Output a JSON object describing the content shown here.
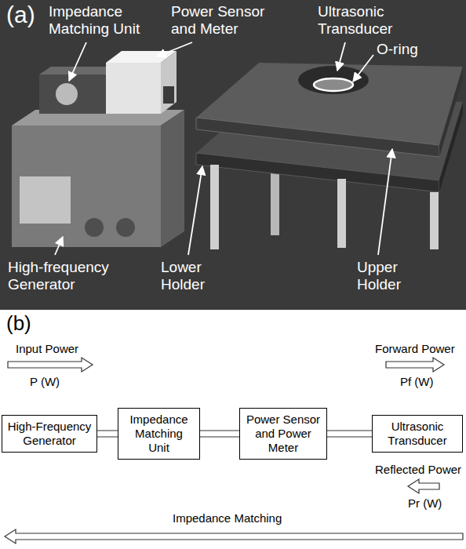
{
  "diagram": {
    "nodes": [
      {
        "text": [
          "High-Frequency Generator"
        ]
      },
      {
        "text": [
          "Impedance Matching Unit"
        ]
      },
      {
        "text": [
          "Power Sensor and Power Meter"
        ]
      },
      {
        "text": [
          "Ultrasonic Transducer"
        ]
      }
    ],
    "edges": [
      {
        "from": 0,
        "to": 1,
        "arrow": "none"
      },
      {
        "from": 1,
        "to": 2,
        "arrow": "none"
      },
      {
        "from": 2,
        "to": 3,
        "arrow": "none"
      }
    ],
    "labels": [
      "(a)",
      "Impedance Matching Unit",
      "Power Sensor and Meter",
      "Ultrasonic Transducer",
      "O-ring",
      "High-frequency Generator",
      "Lower Holder",
      "Upper Holder",
      "(b)",
      "Input Power",
      "P (W)",
      "Forward Power",
      "Pf (W)",
      "Reflected Power",
      "Pr (W)",
      "Impedance Matching"
    ]
  }
}
